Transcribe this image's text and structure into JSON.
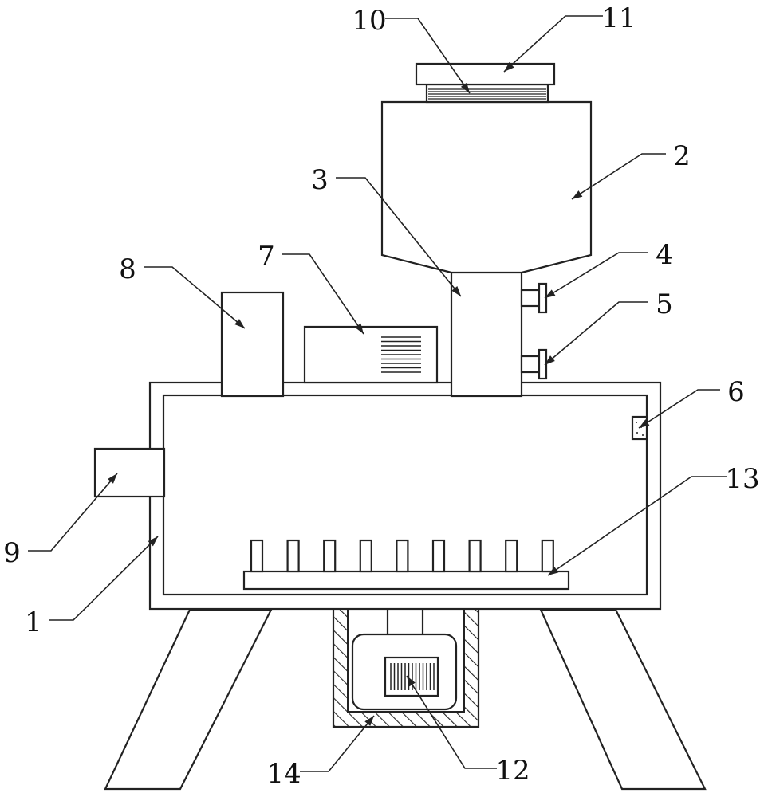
{
  "figure": {
    "callouts": [
      {
        "label": "1",
        "component": "machine-body"
      },
      {
        "label": "2",
        "component": "hopper"
      },
      {
        "label": "3",
        "component": "feed-pipe"
      },
      {
        "label": "4",
        "component": "upper-valve"
      },
      {
        "label": "5",
        "component": "lower-valve"
      },
      {
        "label": "6",
        "component": "sensor"
      },
      {
        "label": "7",
        "component": "control-box"
      },
      {
        "label": "8",
        "component": "top-unit"
      },
      {
        "label": "9",
        "component": "outlet"
      },
      {
        "label": "10",
        "component": "thread"
      },
      {
        "label": "11",
        "component": "lid"
      },
      {
        "label": "12",
        "component": "motor"
      },
      {
        "label": "13",
        "component": "rotating-plate"
      },
      {
        "label": "14",
        "component": "motor-housing"
      }
    ]
  }
}
